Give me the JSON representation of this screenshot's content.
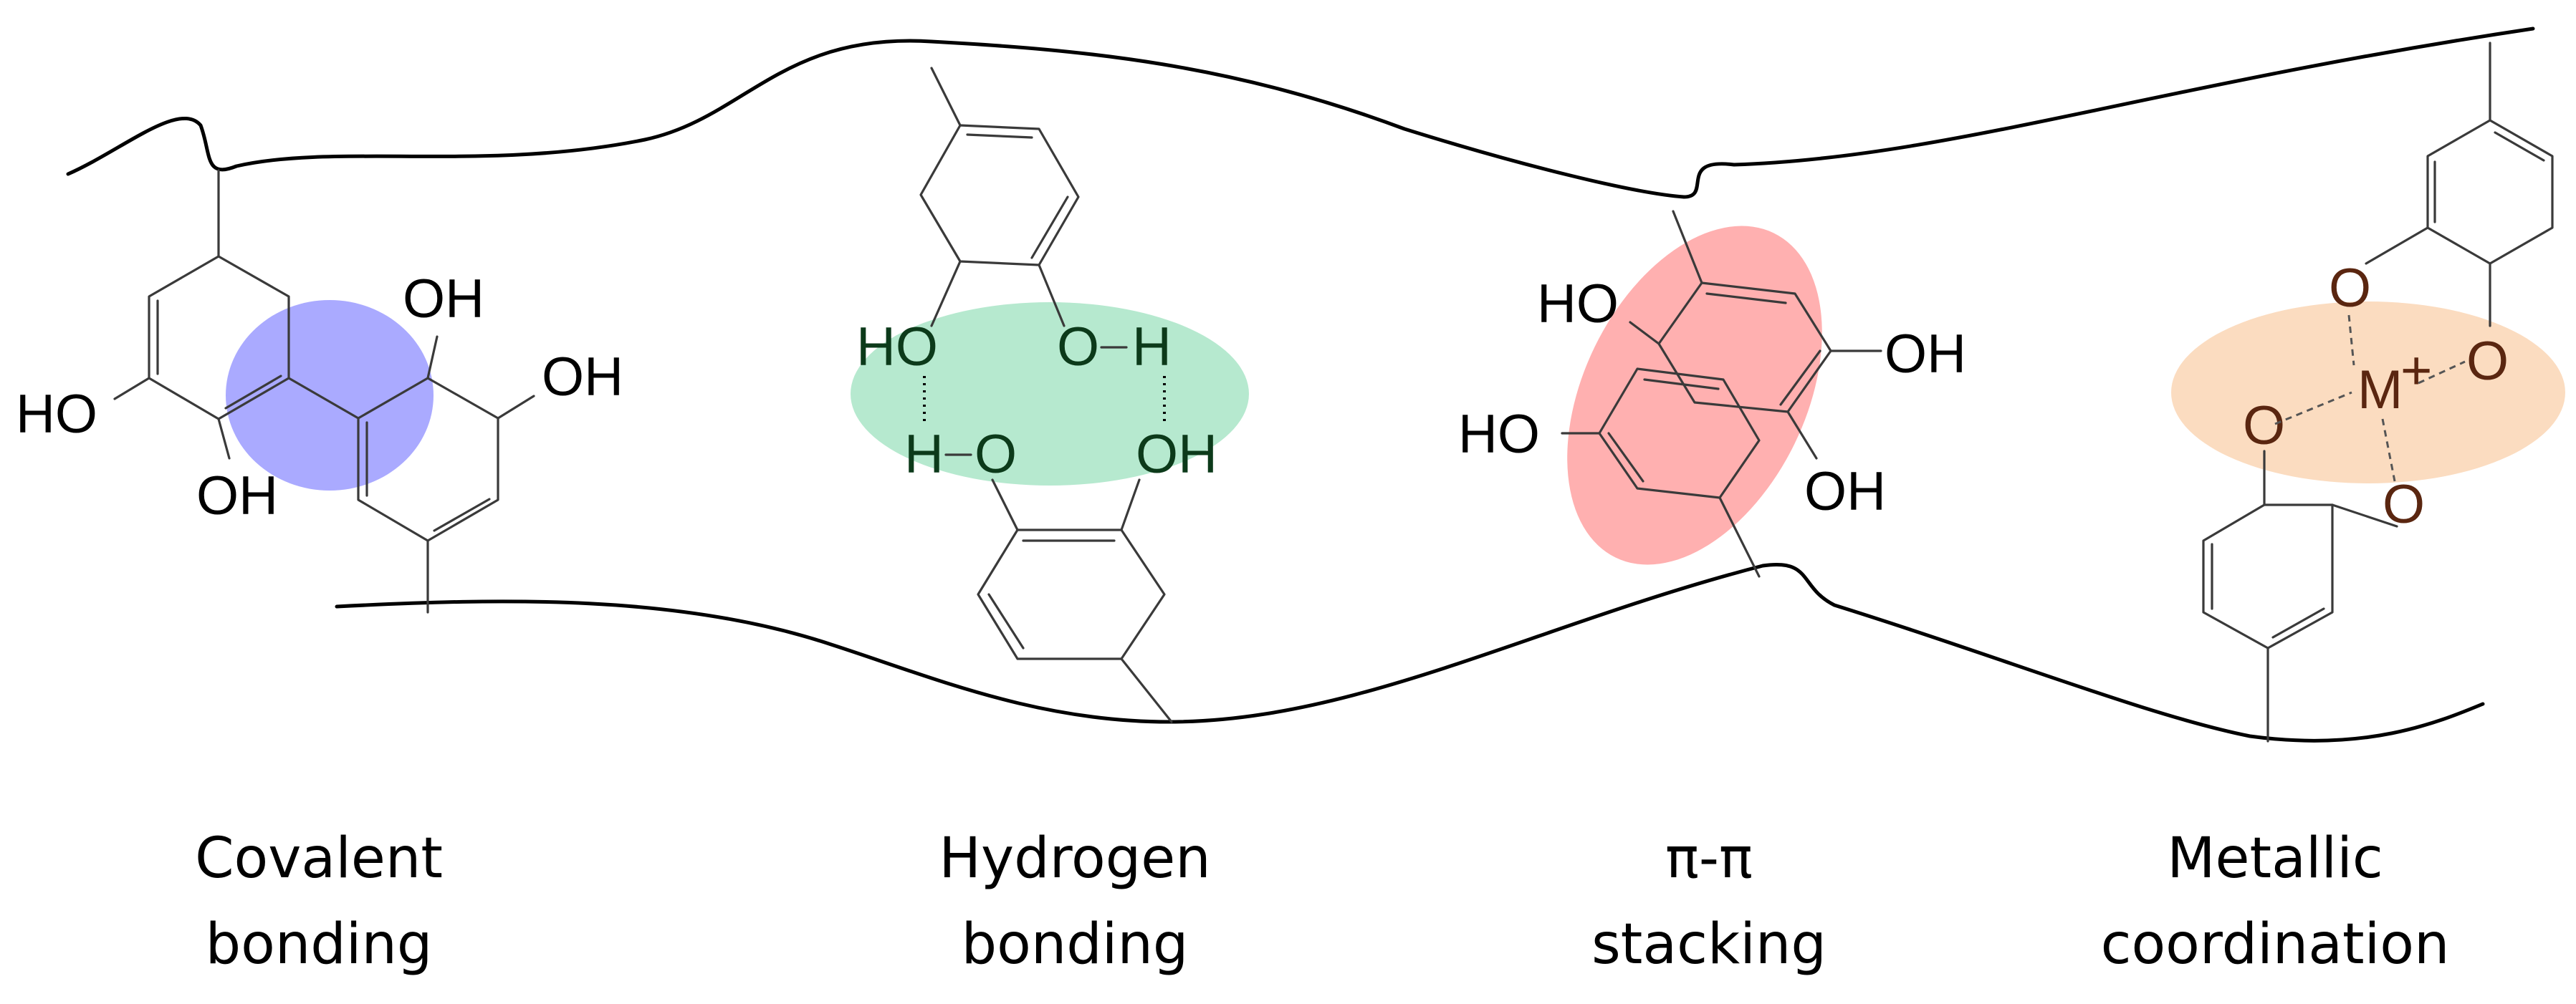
{
  "colors": {
    "covalent_highlight": "#aaaaff",
    "hydrogen_highlight": "#b6e9cf",
    "pi_highlight": "#ffb0b0",
    "metallic_highlight": "#fbdcc0"
  },
  "atoms": {
    "oh": "OH",
    "ho": "HO",
    "h": "H",
    "o": "O",
    "metal": "M",
    "charge": "+"
  },
  "captions": {
    "covalent": [
      "Covalent",
      "bonding"
    ],
    "hydrogen": [
      "Hydrogen",
      "bonding"
    ],
    "pi": [
      "π-π",
      "stacking"
    ],
    "metallic": [
      "Metallic",
      "coordination"
    ]
  }
}
